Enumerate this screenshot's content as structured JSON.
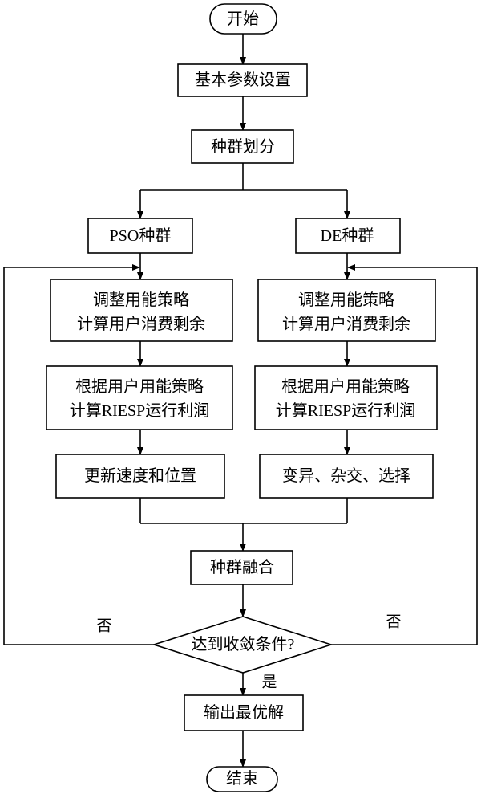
{
  "flow": {
    "start": "开始",
    "params": "基本参数设置",
    "split": "种群划分",
    "merge": "种群融合",
    "decision": "达到收敛条件?",
    "output": "输出最优解",
    "end": "结束"
  },
  "pso_branch": {
    "title": "PSO种群",
    "adjust": [
      "调整用能策略",
      "计算用户消费剩余"
    ],
    "profit": [
      "根据用户用能策略",
      "计算RIESP运行利润"
    ],
    "update": "更新速度和位置"
  },
  "de_branch": {
    "title": "DE种群",
    "adjust": [
      "调整用能策略",
      "计算用户消费剩余"
    ],
    "profit": [
      "根据用户用能策略",
      "计算RIESP运行利润"
    ],
    "update": "变异、杂交、选择"
  },
  "labels": {
    "no_left": "否",
    "no_right": "否",
    "yes": "是"
  }
}
